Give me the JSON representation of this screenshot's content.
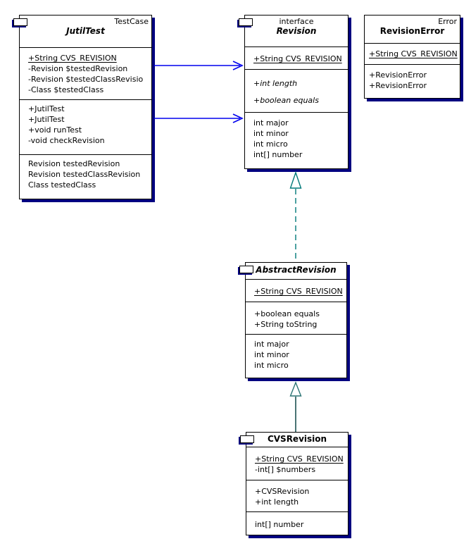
{
  "diagram": {
    "kind": "uml-class-diagram",
    "classes": {
      "jutiltest": {
        "stereotype": "TestCase",
        "name": "JutilTest",
        "attributes": [
          "+String CVS_REVISION",
          "-Revision $testedRevision",
          "-Revision $testedClassRevisio",
          "-Class $testedClass"
        ],
        "methods": [
          "+JutilTest",
          "+JutilTest",
          "+void runTest",
          "-void checkRevision"
        ],
        "properties": [
          "Revision testedRevision",
          "Revision testedClassRevision",
          "Class testedClass"
        ]
      },
      "revision": {
        "stereotype": "interface",
        "name": "Revision",
        "attributes": [
          "+String CVS_REVISION"
        ],
        "methods": [
          "+int length",
          "+boolean equals"
        ],
        "properties": [
          "int major",
          "int minor",
          "int micro",
          "int[] number"
        ]
      },
      "revisionerror": {
        "stereotype": "Error",
        "name": "RevisionError",
        "attributes": [
          "+String CVS_REVISION"
        ],
        "methods": [
          "+RevisionError",
          "+RevisionError"
        ]
      },
      "abstractrevision": {
        "name": "AbstractRevision",
        "attributes": [
          "+String CVS_REVISION"
        ],
        "methods": [
          "+boolean equals",
          "+String toString"
        ],
        "properties": [
          "int major",
          "int minor",
          "int micro"
        ]
      },
      "cvsrevision": {
        "name": "CVSRevision",
        "attributes": [
          "+String CVS_REVISION",
          "-int[] $numbers"
        ],
        "methods": [
          "+CVSRevision",
          "+int length"
        ],
        "properties": [
          "int[] number"
        ]
      }
    },
    "relationships": [
      {
        "type": "dependency",
        "from": "JutilTest",
        "to": "Revision"
      },
      {
        "type": "dependency",
        "from": "JutilTest",
        "to": "Revision"
      },
      {
        "type": "realization",
        "from": "AbstractRevision",
        "to": "Revision"
      },
      {
        "type": "generalization",
        "from": "CVSRevision",
        "to": "AbstractRevision"
      }
    ],
    "colors": {
      "background": "#ffffff",
      "border": "#000000",
      "shadow": "#000080",
      "dependency": "#0000ee",
      "realization": "#007878",
      "generalization_line": "#0e4646",
      "generalization_head": "#2b7474"
    }
  }
}
